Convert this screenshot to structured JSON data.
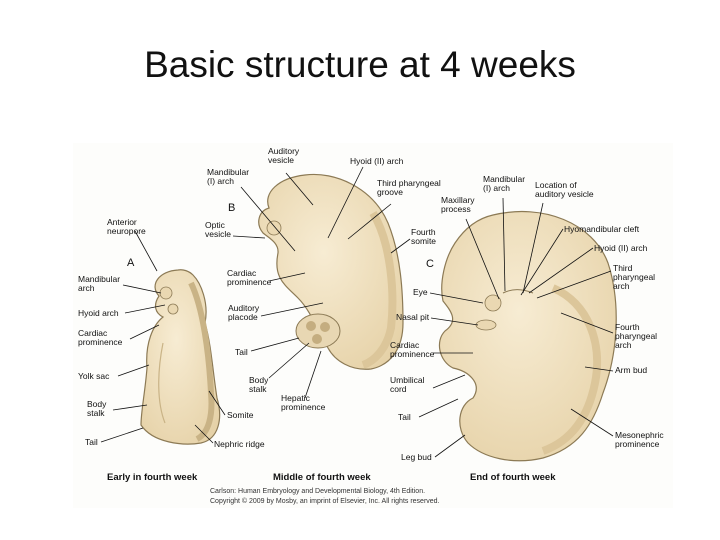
{
  "slide": {
    "title": "Basic structure at 4 weeks"
  },
  "panels": {
    "A": {
      "letter": "A",
      "caption": "Early in fourth week",
      "labels": {
        "anterior_neuropore": [
          "Anterior",
          "neuropore"
        ],
        "mandibular_arch": [
          "Mandibular",
          "arch"
        ],
        "hyoid_arch": [
          "Hyoid arch"
        ],
        "cardiac_prominence": [
          "Cardiac",
          "prominence"
        ],
        "yolk_sac": [
          "Yolk sac"
        ],
        "body_stalk": [
          "Body",
          "stalk"
        ],
        "tail": [
          "Tail"
        ],
        "somite": [
          "Somite"
        ],
        "nephric_ridge": [
          "Nephric ridge"
        ]
      }
    },
    "B": {
      "letter": "B",
      "caption": "Middle of fourth week",
      "labels": {
        "auditory_vesicle": [
          "Auditory",
          "vesicle"
        ],
        "hyoid_ii_arch": [
          "Hyoid (II) arch"
        ],
        "mandibular_i_arch": [
          "Mandibular",
          "(I) arch"
        ],
        "third_pharyngeal_groove": [
          "Third pharyngeal",
          "groove"
        ],
        "optic_vesicle": [
          "Optic",
          "vesicle"
        ],
        "fourth_somite": [
          "Fourth",
          "somite"
        ],
        "cardiac_prominence": [
          "Cardiac",
          "prominence"
        ],
        "auditory_placode": [
          "Auditory",
          "placode"
        ],
        "tail": [
          "Tail"
        ],
        "body_stalk": [
          "Body",
          "stalk"
        ],
        "hepatic_prominence": [
          "Hepatic",
          "prominence"
        ]
      }
    },
    "C": {
      "letter": "C",
      "caption": "End of fourth week",
      "labels": {
        "mandibular_i_arch": [
          "Mandibular",
          "(I) arch"
        ],
        "maxillary_process": [
          "Maxillary",
          "process"
        ],
        "location_auditory_vesicle": [
          "Location of",
          "auditory vesicle"
        ],
        "hyomandibular_cleft": [
          "Hyomandibular cleft"
        ],
        "hyoid_ii_arch": [
          "Hyoid (II) arch"
        ],
        "third_pharyngeal_arch": [
          "Third",
          "pharyngeal",
          "arch"
        ],
        "eye": [
          "Eye"
        ],
        "nasal_pit": [
          "Nasal pit"
        ],
        "fourth_pharyngeal_arch": [
          "Fourth",
          "pharyngeal",
          "arch"
        ],
        "cardiac_prominence": [
          "Cardiac",
          "prominence"
        ],
        "umbilical_cord": [
          "Umbilical",
          "cord"
        ],
        "arm_bud": [
          "Arm bud"
        ],
        "tail": [
          "Tail"
        ],
        "mesonephric_prominence": [
          "Mesonephric",
          "prominence"
        ],
        "leg_bud": [
          "Leg bud"
        ]
      }
    }
  },
  "credit": [
    "Carlson: Human Embryology and Developmental Biology, 4th Edition.",
    "Copyright © 2009 by Mosby, an imprint of Elsevier, Inc. All rights reserved."
  ],
  "colors": {
    "embryo_fill": "#f1e2c1",
    "embryo_stroke": "#8c7a55",
    "somite": "#e2cfa4"
  }
}
